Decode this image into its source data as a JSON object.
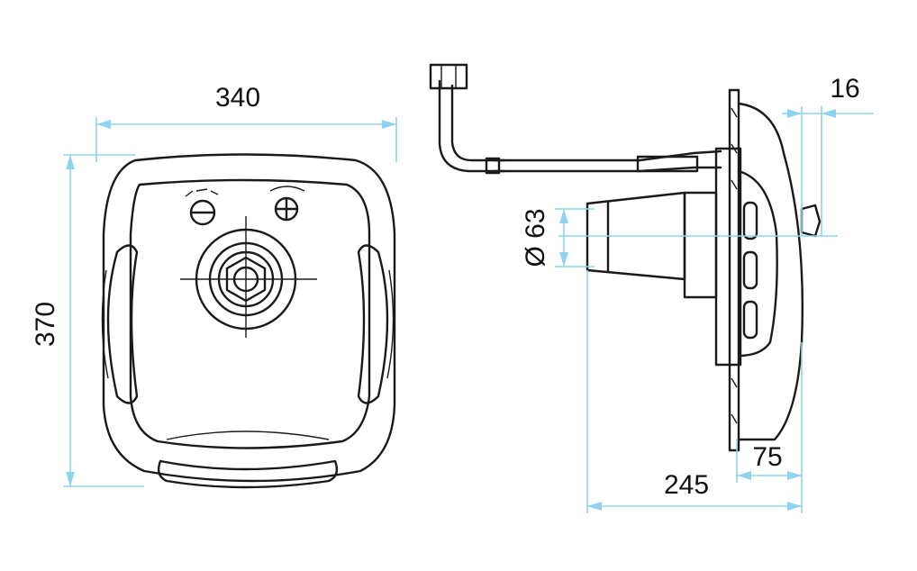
{
  "colors": {
    "outline": "#1a1a1a",
    "dimension_line": "#8fd3ee",
    "background": "#ffffff"
  },
  "front_view": {
    "width_label": "340",
    "height_label": "370"
  },
  "side_view": {
    "diameter_label": "Ø 63",
    "flange_label": "16",
    "depth_label": "75",
    "total_label": "245"
  }
}
